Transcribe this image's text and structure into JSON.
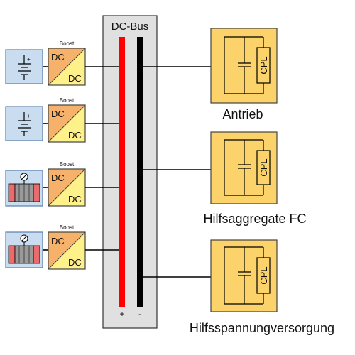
{
  "bus": {
    "title": "DC-Bus",
    "plus": "+",
    "minus": "-",
    "colors": {
      "panel": "#e0e0e0",
      "plus_rail": "#ff0000",
      "minus_rail": "#000000"
    }
  },
  "sources": [
    {
      "kind": "battery",
      "icon": "battery-icon",
      "converter": {
        "tag": "Boost",
        "in": "DC",
        "out": "DC"
      }
    },
    {
      "kind": "battery",
      "icon": "battery-icon",
      "converter": {
        "tag": "Boost",
        "in": "DC",
        "out": "DC"
      }
    },
    {
      "kind": "fuel-cell",
      "icon": "fuel-cell-icon",
      "converter": {
        "tag": "Boost",
        "in": "DC",
        "out": "DC"
      }
    },
    {
      "kind": "fuel-cell",
      "icon": "fuel-cell-icon",
      "converter": {
        "tag": "Boost",
        "in": "DC",
        "out": "DC"
      }
    }
  ],
  "loads": [
    {
      "label": "Antrieb",
      "element": "CPL"
    },
    {
      "label": "Hilfsaggregate FC",
      "element": "CPL"
    },
    {
      "label": "Hilfsspannungversorgung",
      "element": "CPL"
    }
  ],
  "colors": {
    "source_box": "#c9dcf0",
    "converter_orange": "#f6b26b",
    "converter_yellow": "#fff18a",
    "load_box": "#fcd26a",
    "fuel_cell_red": "#ea6b6b",
    "fuel_cell_gray": "#9a9a9a"
  }
}
